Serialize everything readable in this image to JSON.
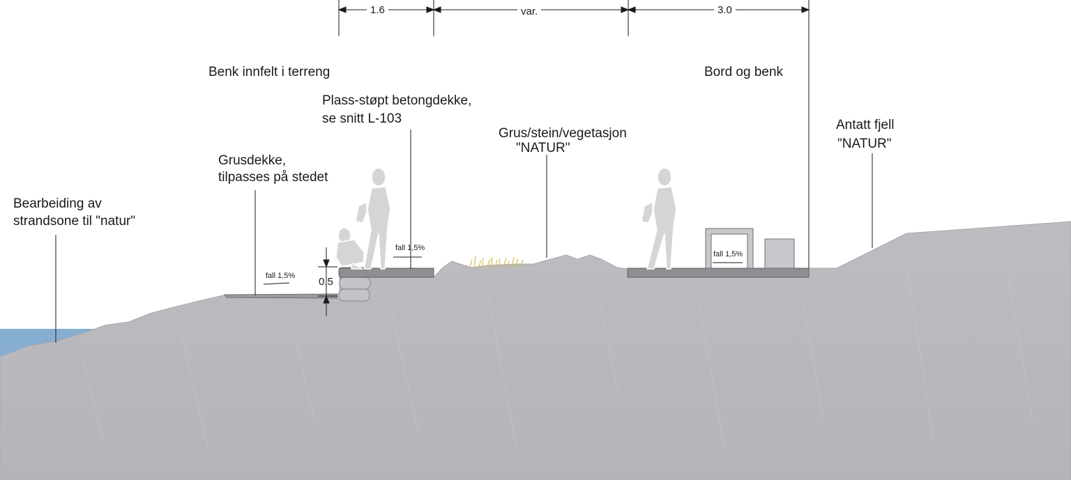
{
  "colors": {
    "ground": "#b9b9bd",
    "ground_edge": "#a8a8ad",
    "water": "#86aed0",
    "paving": "#8e8e93",
    "line": "#1a1a1a",
    "figure_fill": "#d5d5d8",
    "figure_stroke": "#ffffff",
    "grass": "#d4c04a"
  },
  "dimensions": {
    "d1": "1.6",
    "d2": "var.",
    "d3": "3.0",
    "height": "0.5"
  },
  "labels": {
    "benk_innfelt": "Benk innfelt i terreng",
    "plass_stopt_1": "Plass-støpt betongdekke,",
    "plass_stopt_2": "se snitt L-103",
    "grus_stein_1": "Grus/stein/vegetasjon",
    "grus_stein_2": "\"NATUR\"",
    "bord_og_benk": "Bord og benk",
    "antatt_fjell_1": "Antatt fjell",
    "antatt_fjell_2": "\"NATUR\"",
    "grusdekke_1": "Grusdekke,",
    "grusdekke_2": "tilpasses på stedet",
    "bearbeiding_1": "Bearbeiding av",
    "bearbeiding_2": "strandsone til \"natur\""
  },
  "slopes": {
    "s1": "fall 1,5%",
    "s2": "fall 1,5%",
    "s3": "fall 1,5%"
  },
  "icons": [
    "person-standing-icon",
    "person-sitting-icon",
    "arrow-icon"
  ]
}
